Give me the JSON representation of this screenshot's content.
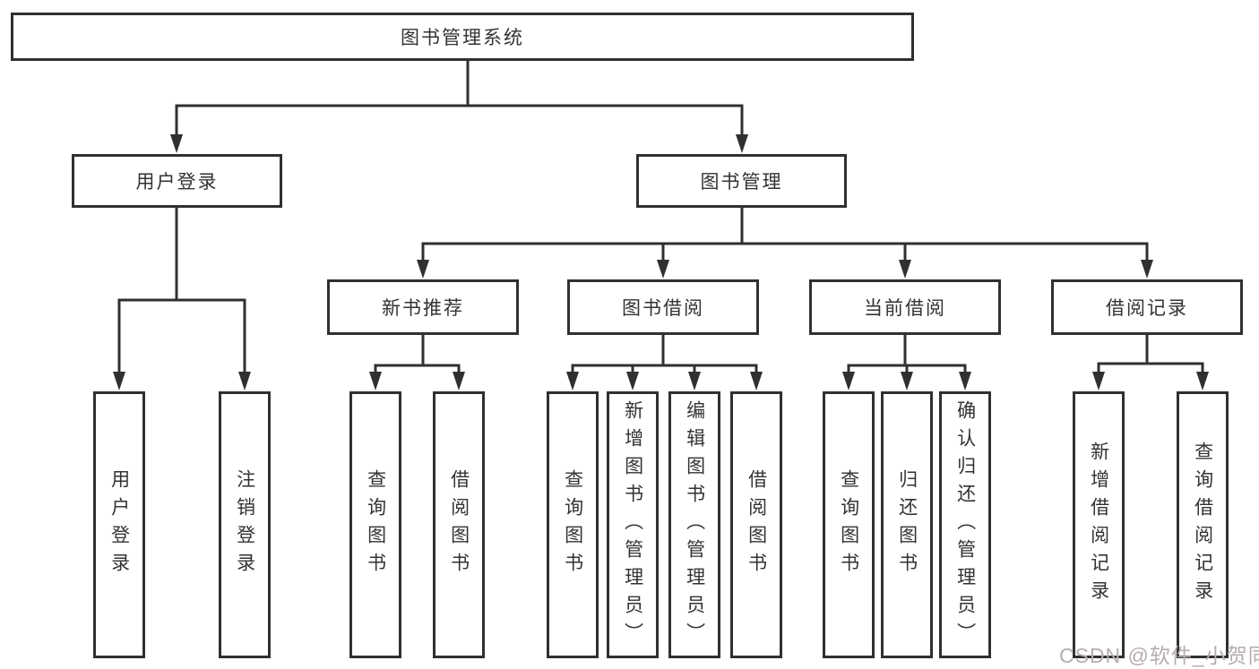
{
  "diagram_type": "tree",
  "nodes": {
    "root": {
      "label": "图书管理系统"
    },
    "level2": [
      {
        "id": "user-login",
        "label": "用户登录"
      },
      {
        "id": "book-management",
        "label": "图书管理"
      }
    ],
    "level3": [
      {
        "id": "new-book-recommendation",
        "parent": "图书管理",
        "label": "新书推荐"
      },
      {
        "id": "book-borrowing",
        "parent": "图书管理",
        "label": "图书借阅"
      },
      {
        "id": "current-borrowing",
        "parent": "图书管理",
        "label": "当前借阅"
      },
      {
        "id": "borrowing-records",
        "parent": "图书管理",
        "label": "借阅记录"
      }
    ],
    "leaves": [
      {
        "parent": "用户登录",
        "label": "用户登录"
      },
      {
        "parent": "用户登录",
        "label": "注销登录"
      },
      {
        "parent": "新书推荐",
        "label": "查询图书"
      },
      {
        "parent": "新书推荐",
        "label": "借阅图书"
      },
      {
        "parent": "图书借阅",
        "label": "查询图书"
      },
      {
        "parent": "图书借阅",
        "label": "新增图书（管理员）"
      },
      {
        "parent": "图书借阅",
        "label": "编辑图书（管理员）"
      },
      {
        "parent": "图书借阅",
        "label": "借阅图书"
      },
      {
        "parent": "当前借阅",
        "label": "查询图书"
      },
      {
        "parent": "当前借阅",
        "label": "归还图书"
      },
      {
        "parent": "当前借阅",
        "label": "确认归还（管理员）"
      },
      {
        "parent": "借阅记录",
        "label": "新增借阅记录"
      },
      {
        "parent": "借阅记录",
        "label": "查询借阅记录"
      }
    ]
  },
  "watermark": "CSDN @软件_小贺同学",
  "colors": {
    "line": "#303030",
    "box_border": "#303030",
    "text": "#333333",
    "background": "#ffffff",
    "watermark": "#b6adad"
  }
}
